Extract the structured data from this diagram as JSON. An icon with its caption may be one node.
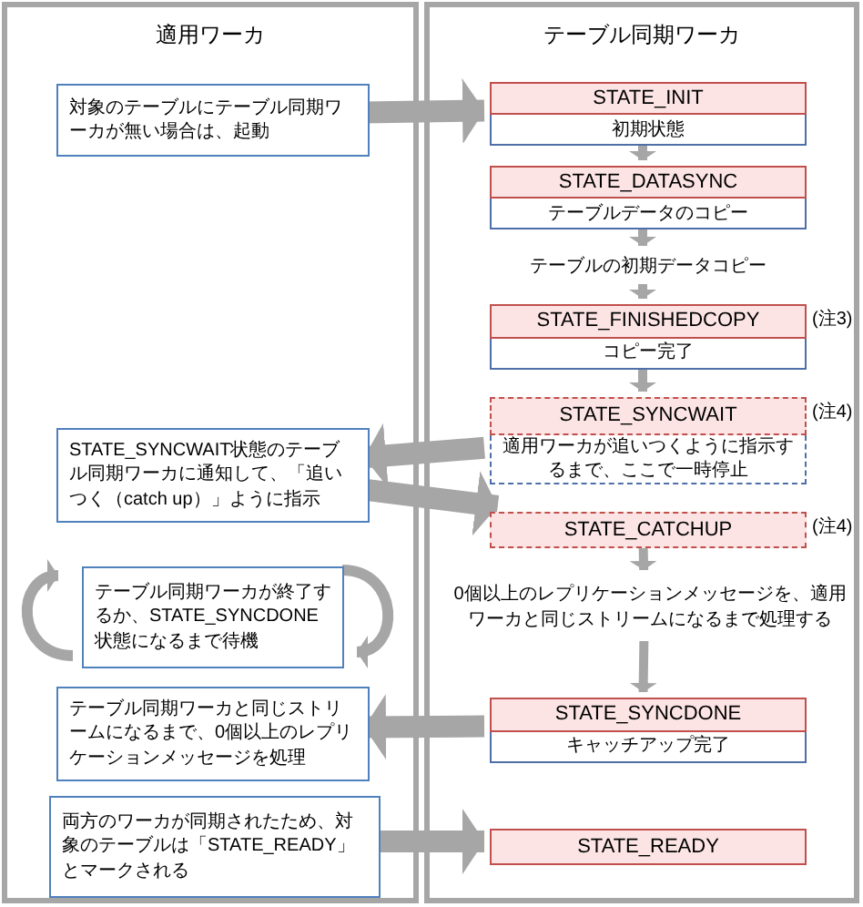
{
  "diagram": {
    "nodes": [
      {
        "text": [
          "適用ワーカ"
        ]
      },
      {
        "text": [
          "テーブル同期ワーカ"
        ]
      },
      {
        "text": [
          "対象のテーブルにテーブル同期ワーカが無い場合は、起動"
        ],
        "in": 0
      },
      {
        "text": [
          "STATE_SYNCWAIT状態のテーブル同期ワーカに通知して、「追いつく（catch up）」ように指示"
        ],
        "in": 0
      },
      {
        "text": [
          "テーブル同期ワーカが終了するか、STATE_SYNCDONE状態になるまで待機"
        ],
        "in": 0
      },
      {
        "text": [
          "テーブル同期ワーカと同じストリームになるまで、0個以上のレプリケーションメッセージを処理"
        ],
        "in": 0
      },
      {
        "text": [
          "両方のワーカが同期されたため、対象のテーブルは「STATE_READY」とマークされる"
        ],
        "in": 0
      },
      {
        "text": [
          "STATE_INIT",
          "初期状態"
        ],
        "in": 1
      },
      {
        "text": [
          "STATE_DATASYNC",
          "テーブルデータのコピー"
        ],
        "in": 1
      },
      {
        "text": [
          "テーブルの初期データコピー"
        ],
        "in": 1
      },
      {
        "text": [
          "STATE_FINISHEDCOPY",
          "コピー完了"
        ],
        "in": 1,
        "beside": [
          "(注3)"
        ]
      },
      {
        "text": [
          "STATE_SYNCWAIT",
          "適用ワーカが追いつくように指示するまで、ここで一時停止"
        ],
        "in": 1,
        "beside": [
          "(注4)"
        ]
      },
      {
        "text": [
          "STATE_CATCHUP"
        ],
        "in": 1,
        "beside": [
          "(注4)"
        ]
      },
      {
        "text": [
          "0個以上のレプリケーションメッセージを、適用ワーカと同じストリームになるまで処理する"
        ],
        "in": 1
      },
      {
        "text": [
          "STATE_SYNCDONE",
          "キャッチアップ完了"
        ],
        "in": 1
      },
      {
        "text": [
          "STATE_READY"
        ],
        "in": 1
      }
    ],
    "edges": [
      {
        "from": 7,
        "to": 8,
        "arrow": "to"
      },
      {
        "from": 8,
        "to": 9,
        "arrow": "to"
      },
      {
        "from": 9,
        "to": 10,
        "arrow": "to"
      },
      {
        "from": 10,
        "to": 11,
        "arrow": "to"
      },
      {
        "from": 12,
        "to": 13,
        "arrow": "to"
      },
      {
        "from": 13,
        "to": 14,
        "arrow": "to"
      },
      {
        "from": 2,
        "to": 7,
        "arrow": "to",
        "style": "thick"
      },
      {
        "from": 11,
        "to": 3,
        "arrow": "to",
        "style": "thick"
      },
      {
        "from": 3,
        "to": 12,
        "arrow": "to",
        "style": "thick"
      },
      {
        "from": 14,
        "to": 5,
        "arrow": "to",
        "style": "thick"
      },
      {
        "from": 6,
        "to": 15,
        "arrow": "to",
        "style": "thick"
      }
    ]
  }
}
